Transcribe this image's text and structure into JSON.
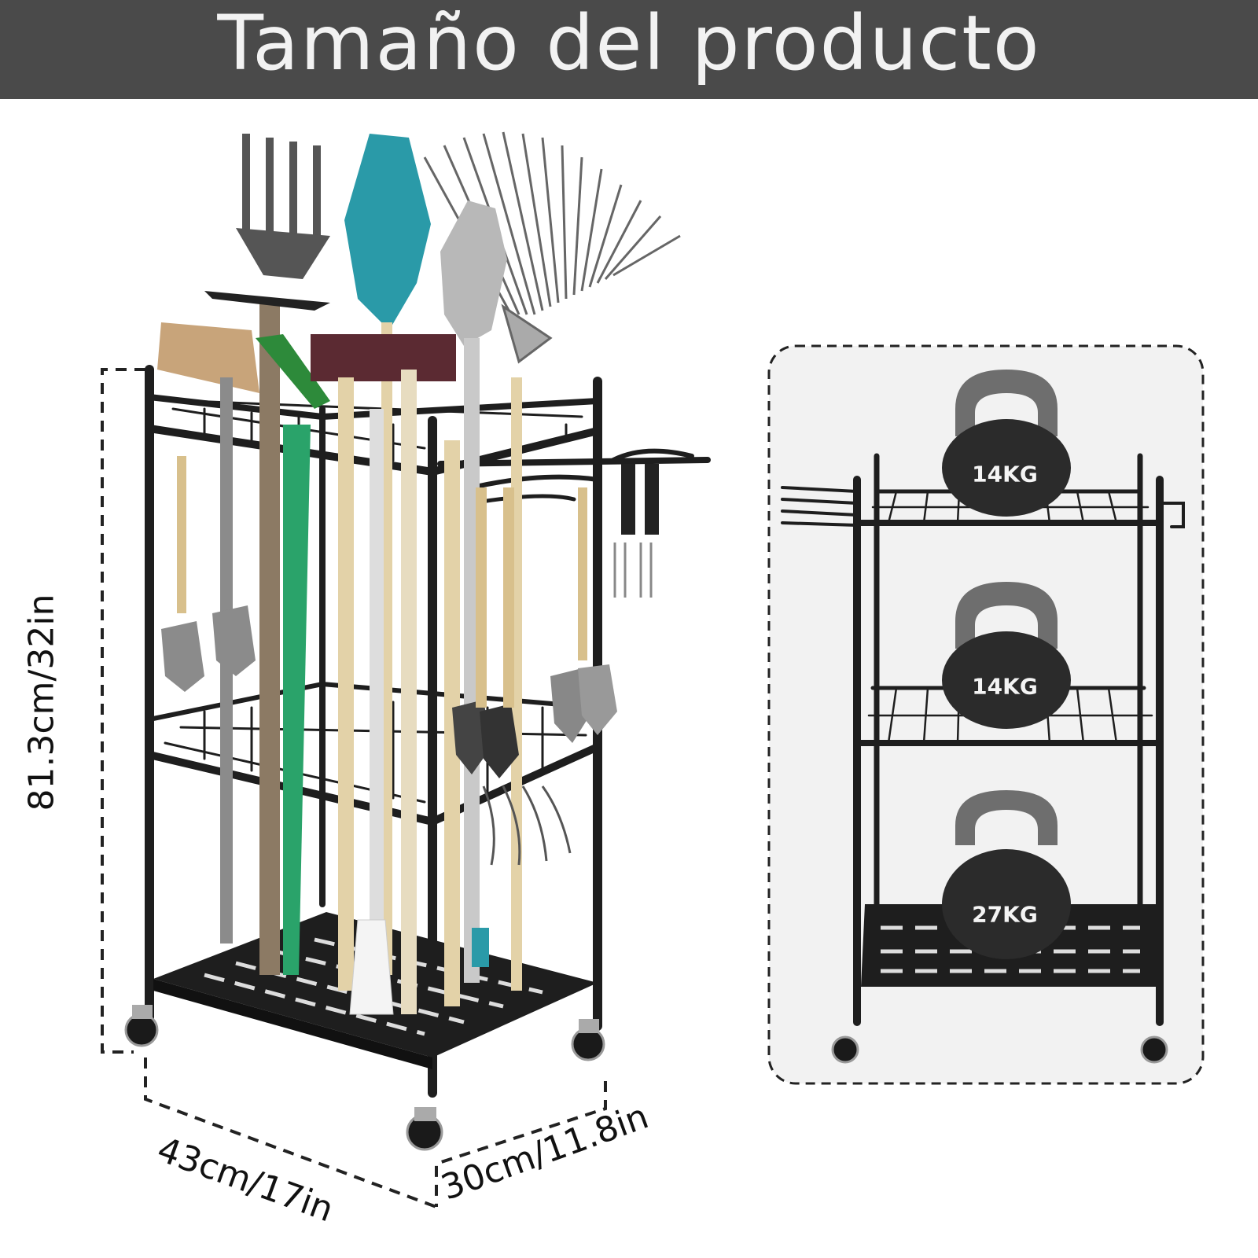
{
  "header": {
    "title": "Tamaño del producto"
  },
  "dimensions": {
    "height": "81.3cm/32in",
    "width": "43cm/17in",
    "depth": "30cm/11.8in"
  },
  "weights": [
    {
      "label": "14KG"
    },
    {
      "label": "14KG"
    },
    {
      "label": "27KG"
    }
  ],
  "colors": {
    "banner": "#4a4a4a",
    "frame": "#1e1e1e",
    "panel": "#f2f2f2",
    "shovel_teal": "#2a9aa8"
  }
}
